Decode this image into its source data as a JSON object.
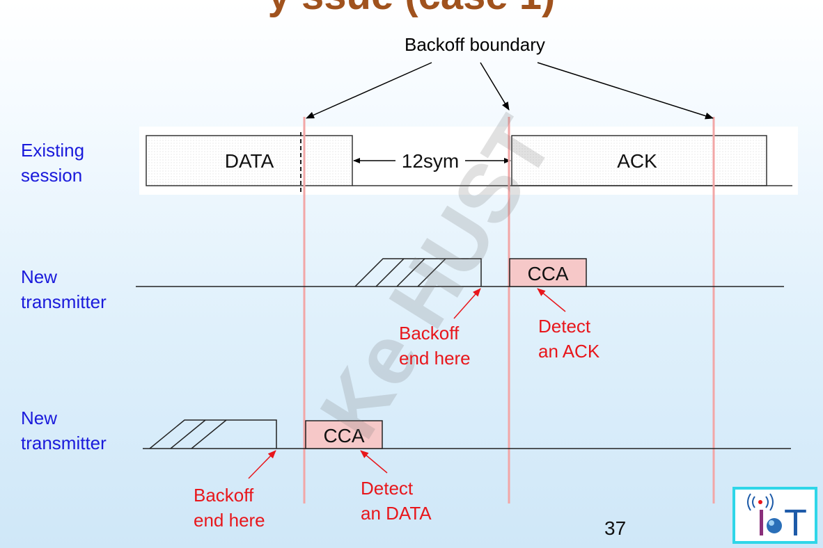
{
  "title_partial": "y  ssue (case 1)",
  "top_label": "Backoff boundary",
  "rows": {
    "existing_label_line1": "Existing",
    "existing_label_line2": "session",
    "new1_label_line1": "New",
    "new1_label_line2": "transmitter",
    "new2_label_line1": "New",
    "new2_label_line2": "transmitter"
  },
  "boxes": {
    "data": "DATA",
    "gap": "12sym",
    "ack": "ACK",
    "cca": "CCA"
  },
  "annotations": {
    "backoff_end_line1": "Backoff",
    "backoff_end_line2": "end here",
    "detect_ack_line1": "Detect",
    "detect_ack_line2": "an ACK",
    "detect_data_line1": "Detect",
    "detect_data_line2": "an DATA"
  },
  "watermark": "Ke HUST",
  "page_number": "37",
  "logo_text": "IoT",
  "colors": {
    "label_blue": "#1a1adb",
    "annotation_red": "#e8161b",
    "cca_fill": "#f6c8c8",
    "boundary_line": "#f2a6a6",
    "logo_border": "#2fd6e8"
  }
}
